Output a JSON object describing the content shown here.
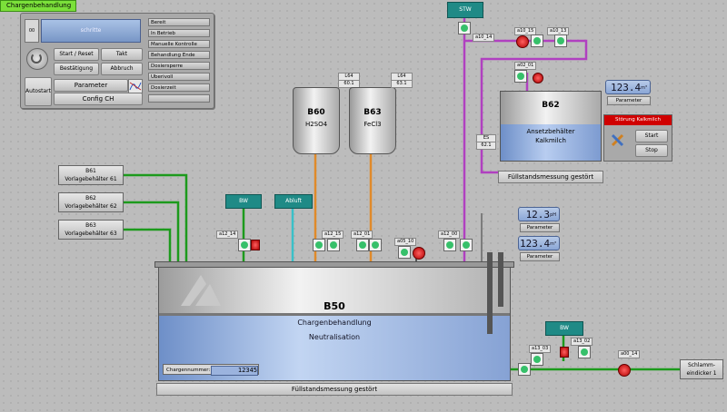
{
  "window": {
    "title": "Chargenbehandlung"
  },
  "control_panel": {
    "number": "00",
    "display_text": "schritte",
    "buttons": {
      "start_reset": "Start / Reset",
      "takt": "Takt",
      "bestaetigung": "Bestätigung",
      "abbruch": "Abbruch",
      "autostart": "Autostart",
      "parameter": "Parameter",
      "config": "Config CH"
    },
    "status": [
      "Bereit",
      "In Betrieb",
      "Manuelle Kontrolle",
      "Behandlung Ende",
      "Dosiersperre",
      "Uberivoll",
      "Dosierzeit",
      ""
    ]
  },
  "vorlage": [
    {
      "id": "B61",
      "name": "Vorlagebehälter 61"
    },
    {
      "id": "B62",
      "name": "Vorlagebehälter 62"
    },
    {
      "id": "B63",
      "name": "Vorlagebehälter 63"
    }
  ],
  "tanks": {
    "b60": {
      "id": "B60",
      "name": "H2SO4",
      "tag": "L64",
      "val": "60.1"
    },
    "b63": {
      "id": "B63",
      "name": "FeCl3",
      "tag": "L64",
      "val": "63.1"
    },
    "b62": {
      "id": "B62",
      "line1": "Ansetzbehälter",
      "line2": "Kalkmilch",
      "tag": "ES",
      "val": "62.1"
    },
    "b50": {
      "id": "B50",
      "line1": "Chargenbehandlung",
      "line2": "Neutralisation"
    }
  },
  "tags": {
    "stw": "STW",
    "bw": "BW",
    "abluft": "Abluft",
    "bw2": "BW",
    "schlamm": "Schlamm-\neindicker 1"
  },
  "valves": {
    "a12_14": "a12_14",
    "a12_15": "a12_15",
    "a12_01": "a12_01",
    "a05_10": "a05_10",
    "a12_00": "a12_00",
    "a10_14": "a10_14",
    "a10_15": "a10_15",
    "a10_13": "a10_13",
    "a02_01": "a02_01",
    "a13_03": "a13_03",
    "a13_02": "a13_02",
    "a00_14": "a00_14"
  },
  "measurements": {
    "b62_level": {
      "value": "123.4",
      "unit": "m³",
      "label": "Parameter"
    },
    "ph": {
      "value": "12.3",
      "unit": "pH",
      "label": "Parameter"
    },
    "b50_level": {
      "value": "123.4",
      "unit": "m³",
      "label": "Parameter"
    }
  },
  "kalk_panel": {
    "header": "Störung Kalkmilch",
    "start": "Start",
    "stop": "Stop"
  },
  "status": {
    "b62": "Füllstandsmessung gestört",
    "b50": "Füllstandsmessung gestört"
  },
  "chargennummer": {
    "label": "Chargennummer:",
    "value": "12345"
  },
  "colors": {
    "h2so4": "#e08a2a",
    "fecl3": "#e08a2a",
    "green": "#1c9a1c",
    "purple": "#b040c0",
    "cyan": "#3ac0c8"
  }
}
